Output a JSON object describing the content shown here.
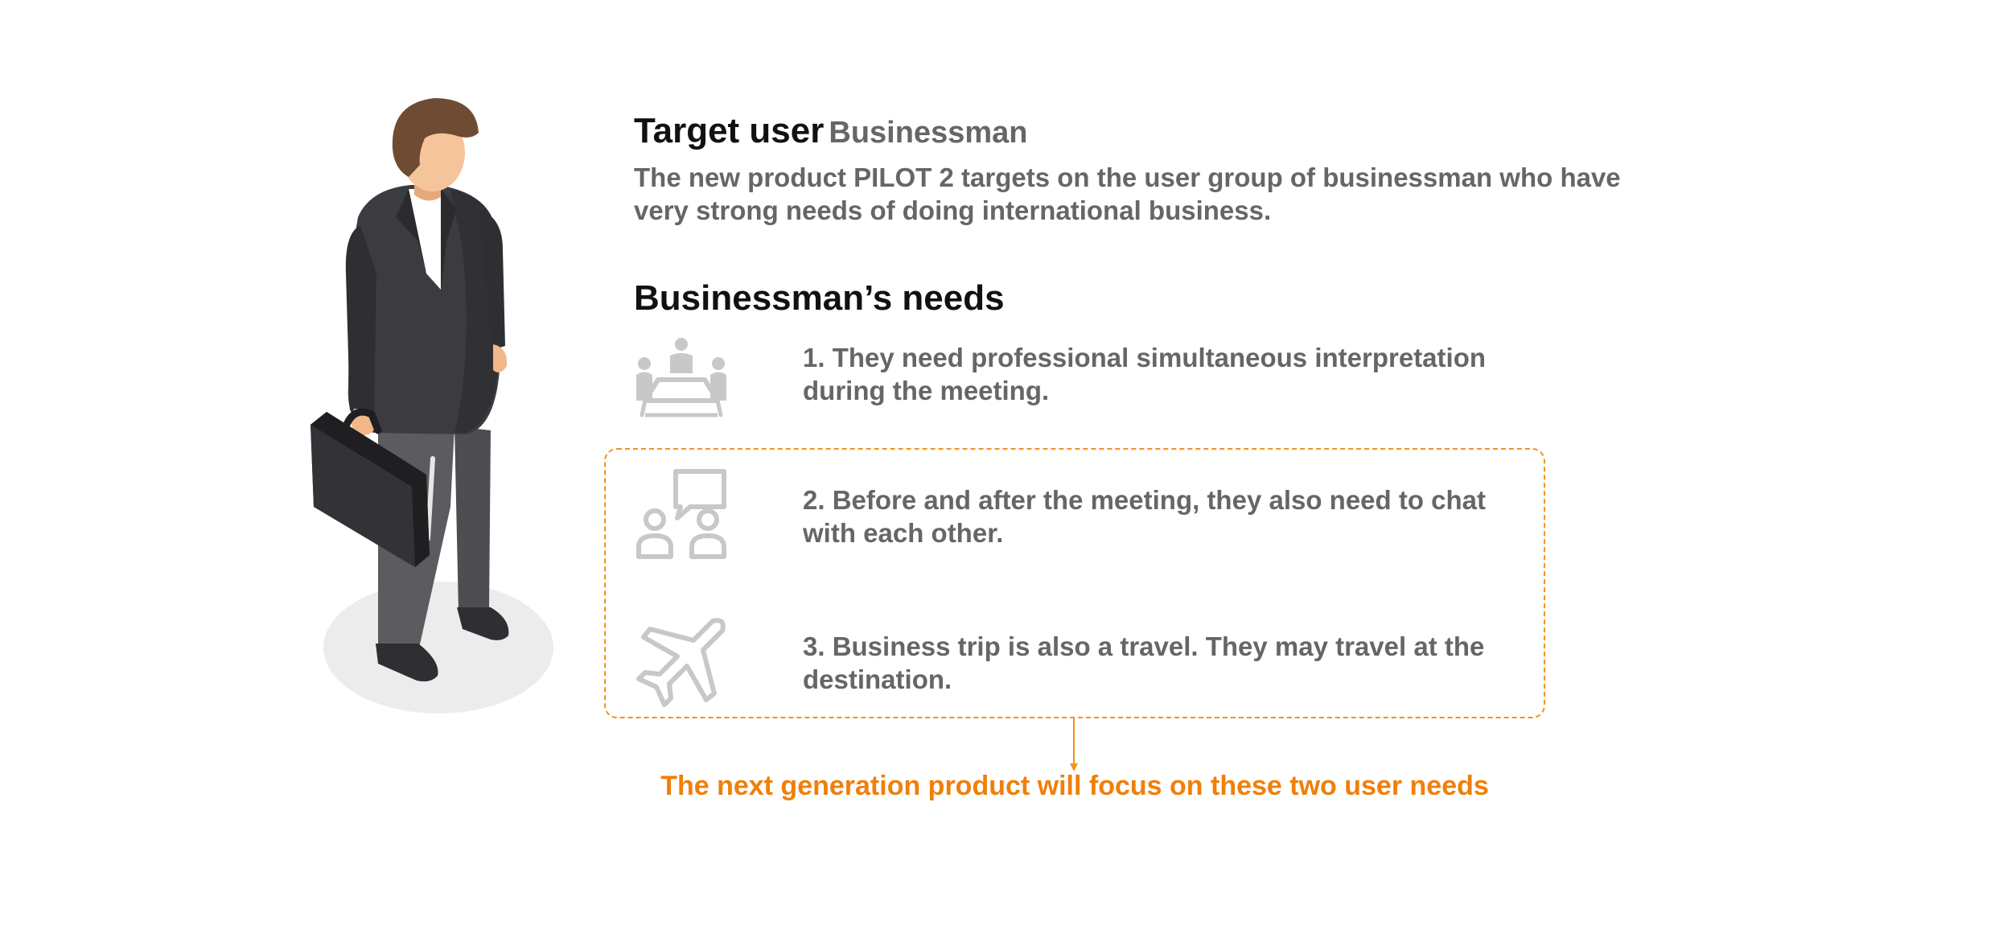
{
  "header": {
    "title": "Target user",
    "subtitle": "Businessman",
    "description": "The new product PILOT 2 targets on the user group of businessman who have very strong needs of doing international business."
  },
  "needs_section": {
    "title": "Businessman’s needs",
    "items": [
      {
        "text": "1. They need professional simultaneous interpretation during the meeting.",
        "icon": "meeting-icon"
      },
      {
        "text": "2. Before and after the meeting, they also need to chat with each other.",
        "icon": "chat-icon"
      },
      {
        "text": "3. Business trip is also a travel. They may travel at the destination.",
        "icon": "airplane-icon"
      }
    ]
  },
  "focus_note": "The next generation product will focus on these two user needs",
  "colors": {
    "accent": "#f39222",
    "accent_text": "#f07f0a",
    "heading": "#111111",
    "body": "#666666",
    "icon": "#c8c8c8"
  }
}
